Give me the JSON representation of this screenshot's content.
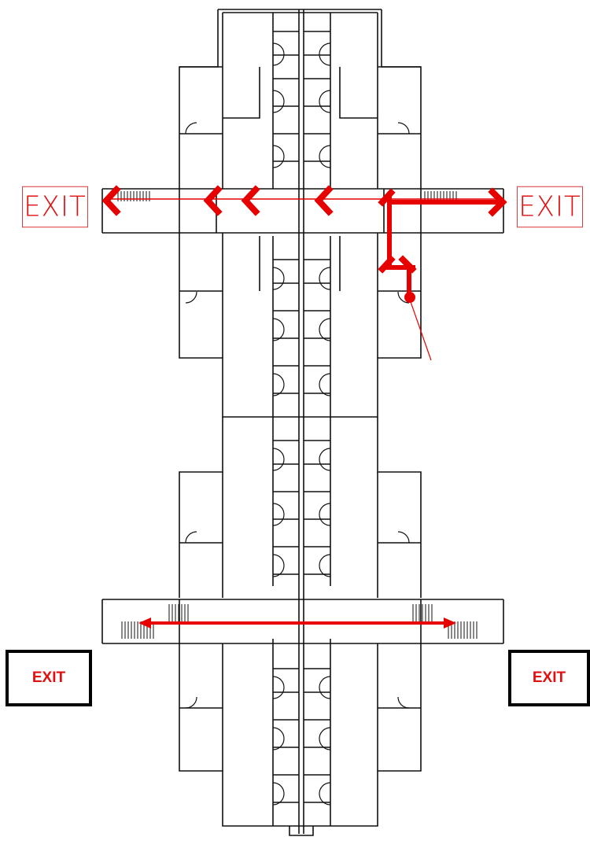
{
  "exit_signs": {
    "top_left": "EXIT",
    "top_right": "EXIT",
    "bottom_left": "EXIT",
    "bottom_right": "EXIT"
  },
  "colors": {
    "route": "#e60000",
    "walls": "#111111",
    "sign_text": "#e01010"
  }
}
